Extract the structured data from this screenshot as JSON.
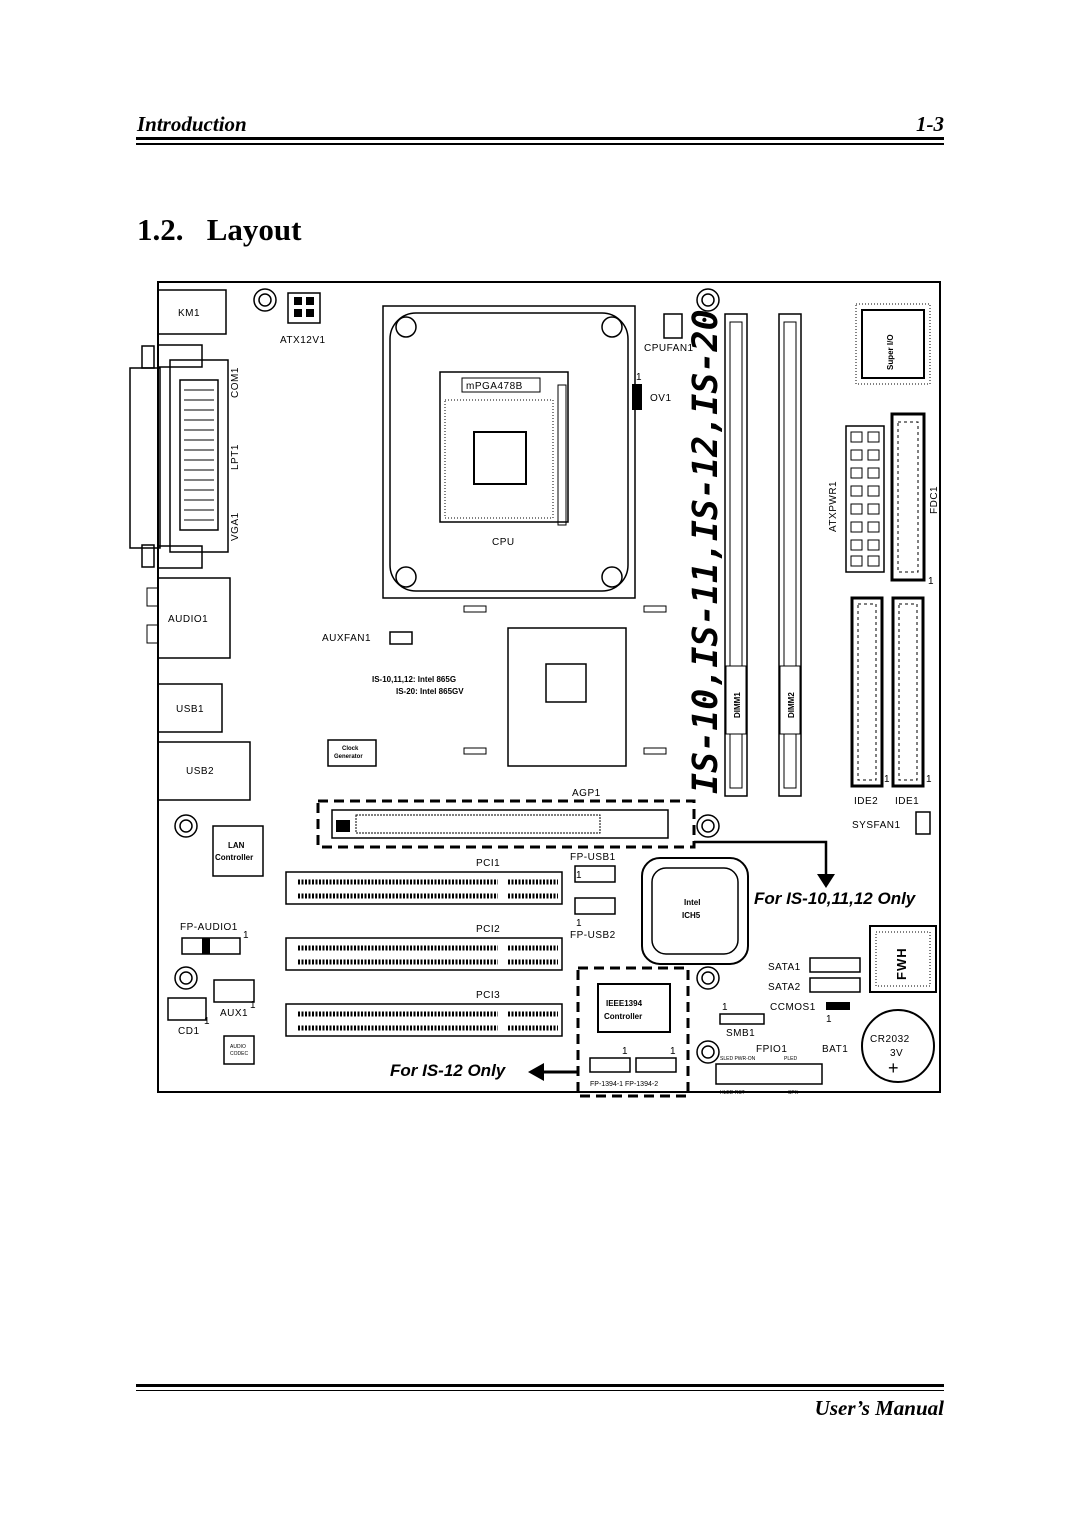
{
  "header": {
    "section": "Introduction",
    "page": "1-3"
  },
  "title": "1.2.   Layout",
  "footer": "User’s Manual",
  "board": {
    "model_banner": "IS-10,IS-11,IS-12,IS-20",
    "labels": {
      "km1": "KM1",
      "atx12v1": "ATX12V1",
      "com1": "COM1",
      "lpt1": "LPT1",
      "vga1": "VGA1",
      "audio1": "AUDIO1",
      "usb1": "USB1",
      "usb2": "USB2",
      "lan": "LAN",
      "lan2": "Controller",
      "cpufan1": "CPUFAN1",
      "ov1": "OV1",
      "ov1_pin": "1",
      "socket": "mPGA478B",
      "cpu": "CPU",
      "auxfan1": "AUXFAN1",
      "nb1": "IS-10,11,12: Intel 865G",
      "nb2": "IS-20: Intel 865GV",
      "clock1": "Clock",
      "clock2": "Generator",
      "agp1": "AGP1",
      "pci1": "PCI1",
      "pci2": "PCI2",
      "pci3": "PCI3",
      "fpusb1": "FP-USB1",
      "fpusb2": "FP-USB2",
      "fpusb_pin1": "1",
      "fpusb_pin2": "1",
      "fpaudio1": "FP-AUDIO1",
      "fpaudio_pin": "1",
      "cd1": "CD1",
      "cd1_pin": "1",
      "aux1": "AUX1",
      "aux1_pin": "1",
      "codec1": "AUDIO",
      "codec2": "CODEC",
      "ich1": "Intel",
      "ich2": "ICH5",
      "ieee1": "IEEE1394",
      "ieee2": "Controller",
      "fp1394": "FP-1394-1 FP-1394-2",
      "fp1394_pin1": "1",
      "fp1394_pin2": "1",
      "for_is10": "For IS-10,11,12 Only",
      "for_is12": "For IS-12 Only",
      "superio1": "Super I/O",
      "atxpwr1": "ATXPWR1",
      "fdc1": "FDC1",
      "fdc_pin": "1",
      "dimm1": "DIMM1",
      "dimm2": "DIMM2",
      "ide2": "IDE2",
      "ide1": "IDE1",
      "ide2_pin": "1",
      "ide1_pin": "1",
      "sysfan1": "SYSFAN1",
      "sata1": "SATA1",
      "sata2": "SATA2",
      "fwh": "FWH",
      "ccmos1": "CCMOS1",
      "ccmos_pin": "1",
      "smb1": "SMB1",
      "smb_pin": "1",
      "fpio1": "FPIO1",
      "bat1": "BAT1",
      "cr2032": "CR2032",
      "v3": "3V",
      "plus": "+",
      "sled": "SLED PWR-ON",
      "pled": "PLED",
      "hled": "HLED  RST",
      "spk": "SPK"
    }
  }
}
